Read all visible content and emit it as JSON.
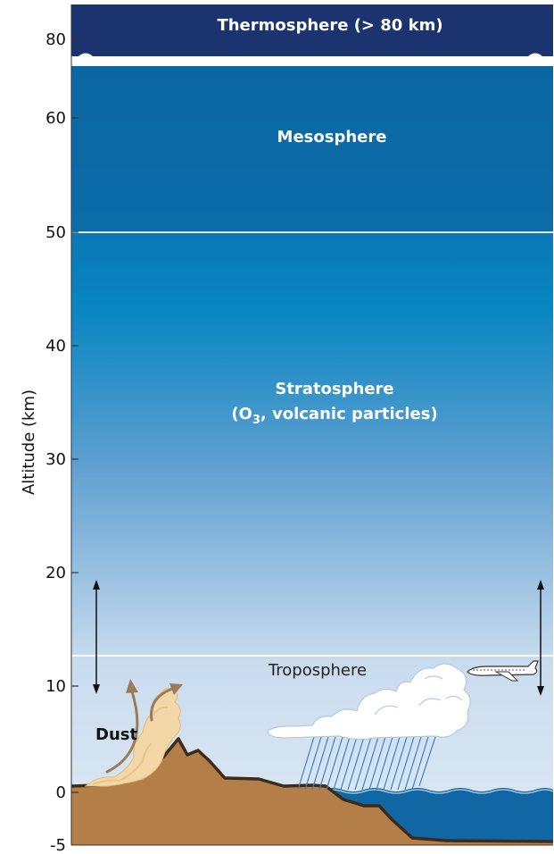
{
  "axis": {
    "label": "Altitude (km)",
    "ticks": [
      "80",
      "60",
      "50",
      "40",
      "30",
      "20",
      "10",
      "0",
      "-5"
    ]
  },
  "layers": {
    "thermosphere": "Thermosphere (> 80 km)",
    "mesosphere": "Mesosphere",
    "stratosphere_line1": "Stratosphere",
    "stratosphere_line2_pre": "(O",
    "stratosphere_line2_sub": "3",
    "stratosphere_line2_post": ", volcanic particles)",
    "troposphere": "Troposphere"
  },
  "labels": {
    "dust": "Dust"
  },
  "colors": {
    "thermosphere": "#1b3470",
    "mesosphere": "#0c6aa6",
    "stratosphere_top": "#0884c0",
    "stratosphere_bottom": "#c2d8ec",
    "troposphere": "#d2e2f1",
    "ground": "#b47e48",
    "ocean": "#1166a4",
    "dust": "#f3d7a6",
    "arrow_brown": "#9c7b5a"
  },
  "icons": [
    "airplane-icon",
    "cloud-icon",
    "rain-icon",
    "dust-arrow-icon",
    "double-arrow-icon"
  ]
}
